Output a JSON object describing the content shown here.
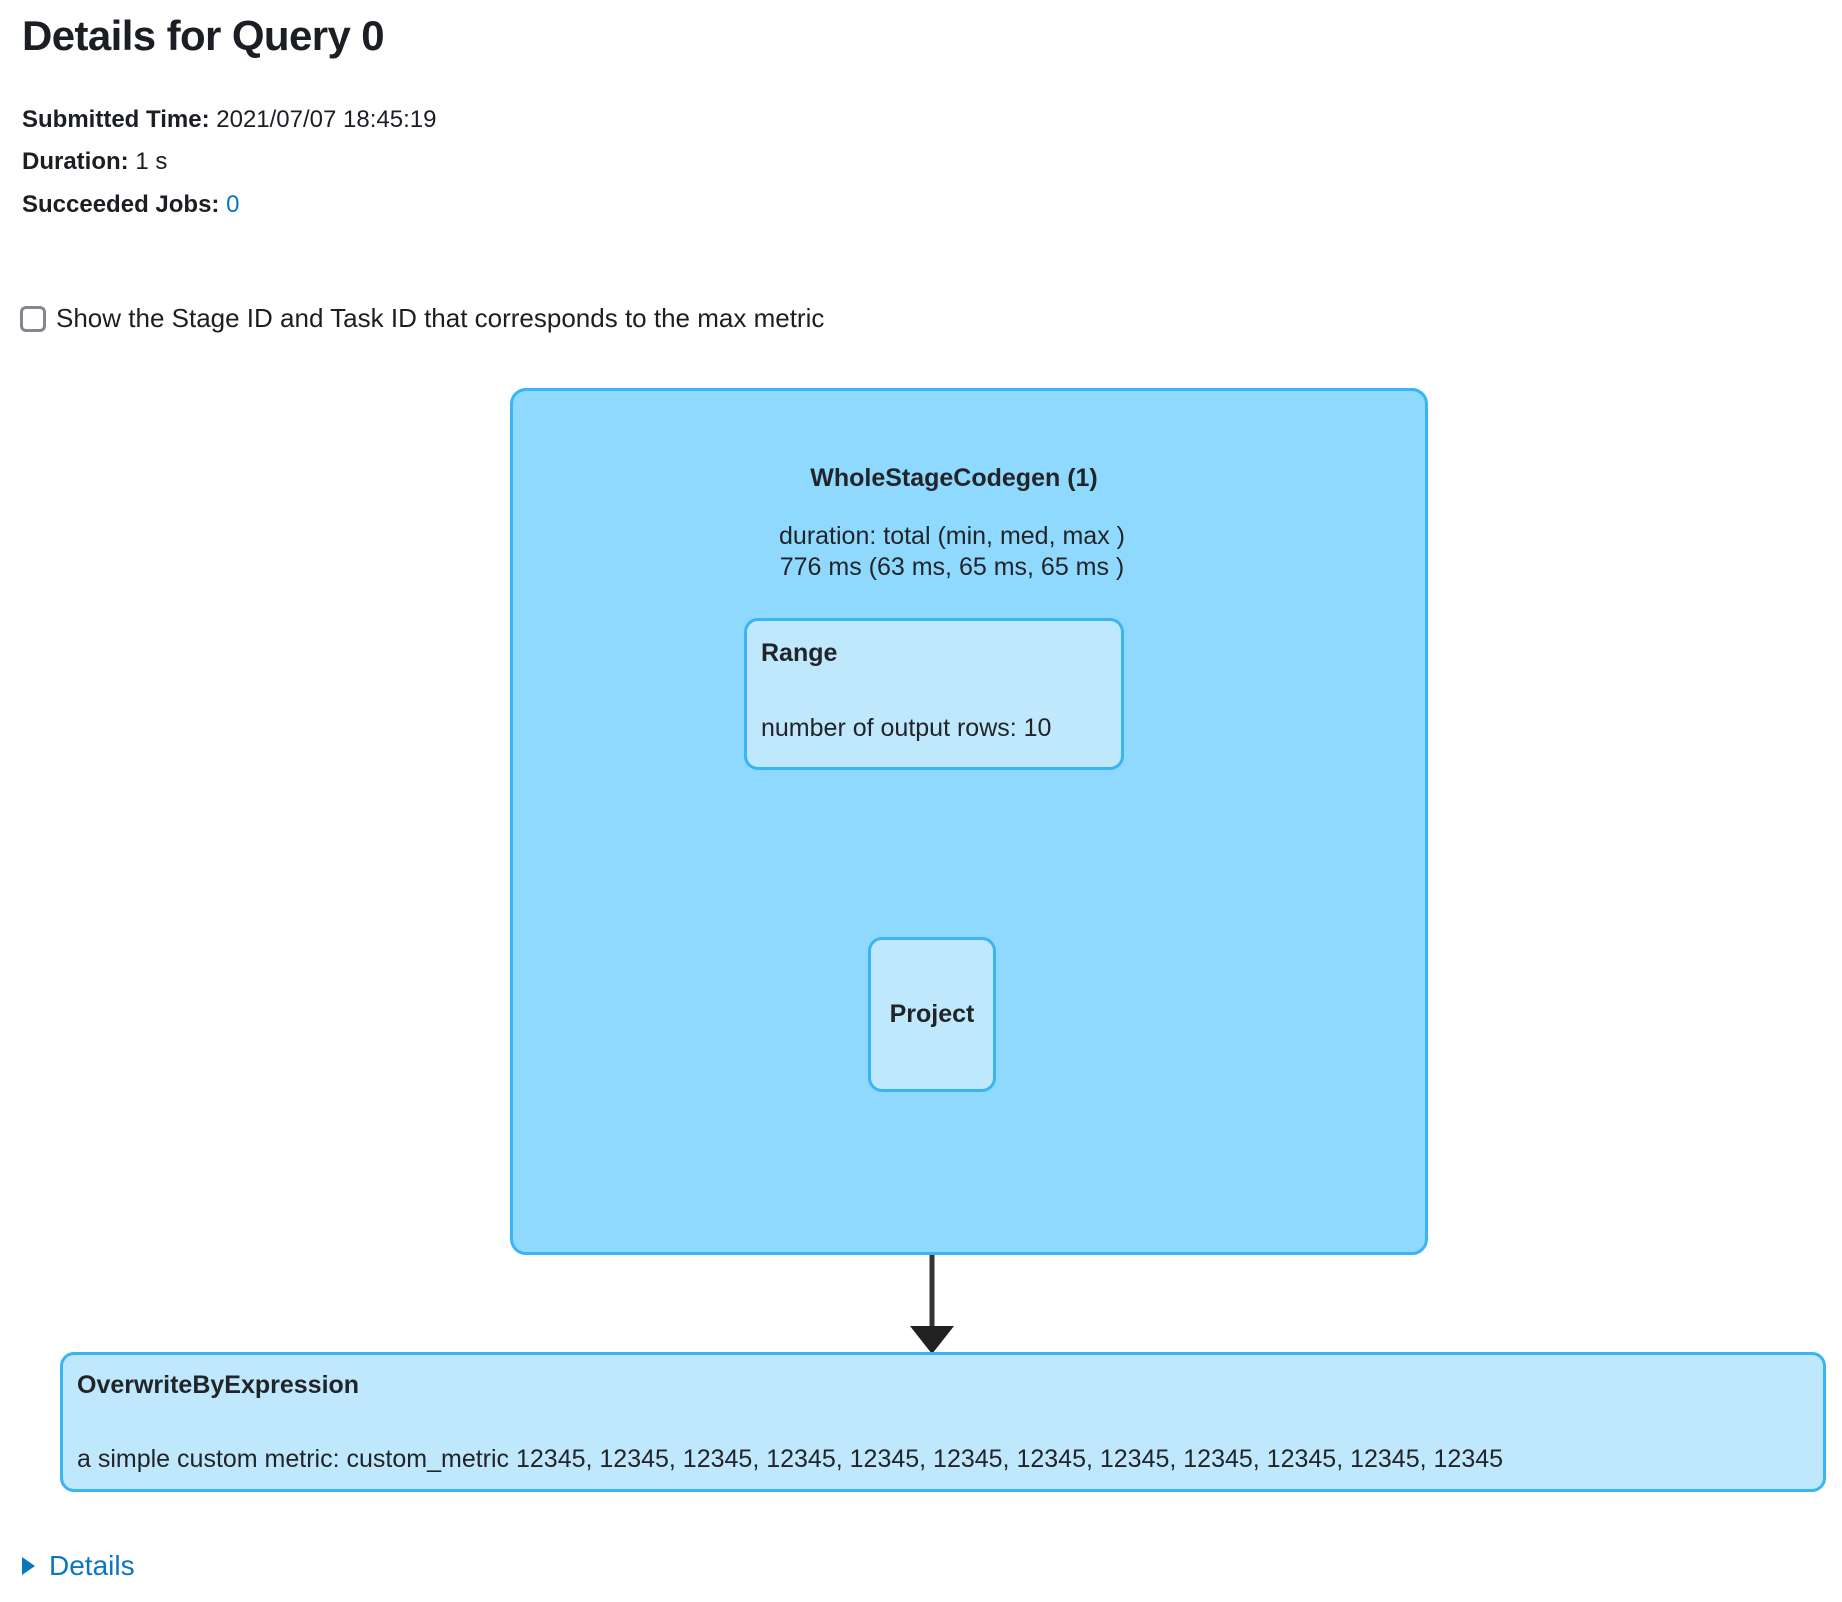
{
  "page": {
    "title": "Details for Query 0"
  },
  "meta": {
    "submitted_label": "Submitted Time:",
    "submitted_value": "2021/07/07 18:45:19",
    "duration_label": "Duration:",
    "duration_value": "1 s",
    "jobs_label": "Succeeded Jobs:",
    "jobs_value": "0"
  },
  "options": {
    "show_stage_task_label": "Show the Stage ID and Task ID that corresponds to the max metric",
    "show_stage_task_checked": false
  },
  "graph": {
    "nodes": {
      "wholestagecodegen": {
        "title": "WholeStageCodegen (1)",
        "metric": "duration: total (min, med, max )\n776 ms (63 ms, 65 ms, 65 ms )"
      },
      "range": {
        "title": "Range",
        "metric": "number of output rows: 10"
      },
      "project": {
        "title": "Project"
      },
      "overwrite": {
        "title": "OverwriteByExpression",
        "metric": "a simple custom metric: custom_metric 12345, 12345, 12345, 12345, 12345, 12345, 12345, 12345, 12345, 12345, 12345, 12345"
      }
    }
  },
  "details": {
    "label": "Details",
    "expanded": false
  },
  "colors": {
    "cluster_fill": "#8fd9fe",
    "node_fill": "#bfe8fd",
    "node_border": "#3ab4f2",
    "link": "#0b76bf",
    "edge": "#333333",
    "text": "#212529"
  }
}
